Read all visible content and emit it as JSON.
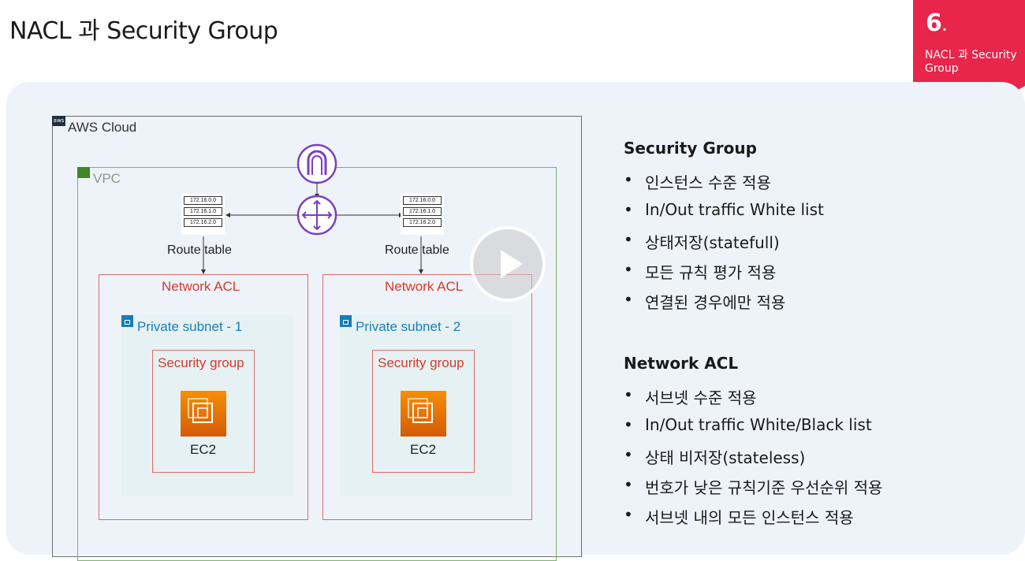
{
  "title": "NACL 과 Security  Group",
  "badge": {
    "number": "6",
    "dot": ".",
    "text": "NACL 과 Security Group",
    "color": "#e8254a"
  },
  "diagram": {
    "aws_cloud_label": "AWS Cloud",
    "aws_icon_text": "aws",
    "vpc_label": "VPC",
    "route_table_rows": [
      "172.16.0.0",
      "172.16.1.0",
      "172.16.2.0"
    ],
    "route_table_label": "Route table",
    "nacl_label": "Network ACL",
    "subnet_1_label": "Private subnet - 1",
    "subnet_2_label": "Private subnet - 2",
    "sg_label": "Security group",
    "ec2_label": "EC2",
    "icons": [
      "internet-gateway-icon",
      "router-icon",
      "ec2-instance-icon",
      "lock-icon"
    ]
  },
  "security_group": {
    "heading": "Security Group",
    "items": [
      "인스턴스 수준 적용",
      "In/Out traffic White list",
      "상태저장(statefull)",
      "모든 규칙 평가 적용",
      "연결된 경우에만 적용"
    ]
  },
  "network_acl": {
    "heading": "Network ACL",
    "items": [
      "서브넷 수준 적용",
      "In/Out traffic White/Black list",
      "상태 비저장(stateless)",
      "번호가 낮은 규칙기준 우선순위 적용",
      "서브넷 내의 모든 인스턴스 적용"
    ]
  },
  "colors": {
    "panel": "#eef2f9",
    "aws_purple": "#8c4fff",
    "nacl_red": "#d13c2e",
    "subnet_blue": "#1a7eb8",
    "ec2_orange": "#f78e04"
  }
}
